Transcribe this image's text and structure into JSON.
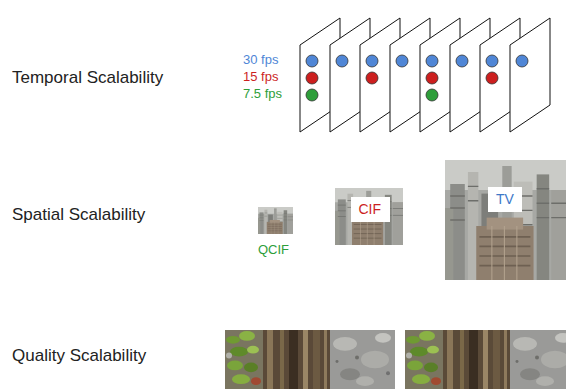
{
  "diagram": {
    "nodes": [
      {
        "text": [
          "CIF"
        ]
      },
      {
        "text": [
          "TV"
        ]
      }
    ],
    "labels": [
      "Temporal Scalability",
      "Spatial Scalability",
      "Quality Scalability",
      "QCIF"
    ],
    "legend": [
      {
        "text": "30 fps",
        "color": "#4f86d6"
      },
      {
        "text": "15 fps",
        "color": "#cc1f1f"
      },
      {
        "text": "7.5 fps",
        "color": "#2e9e3a"
      }
    ]
  }
}
